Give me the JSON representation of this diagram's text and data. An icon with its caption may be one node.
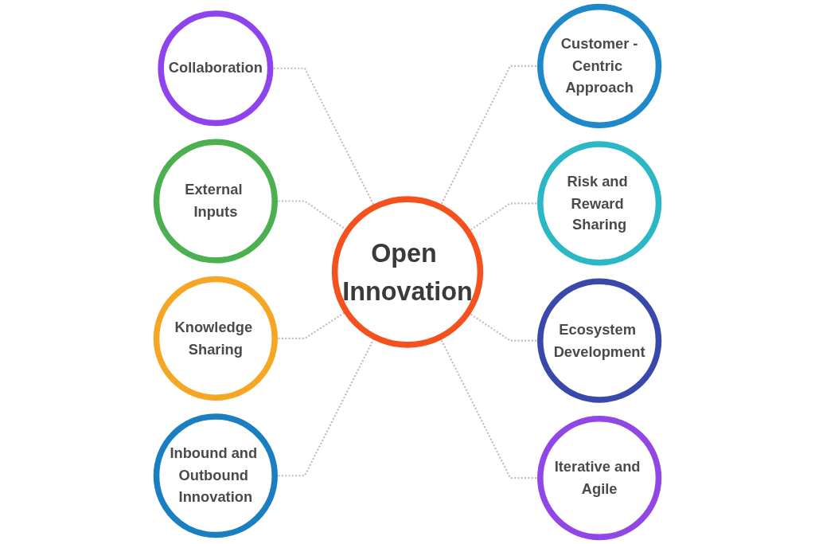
{
  "diagram": {
    "nodes": [
      {
        "text": [
          "Open Innovation"
        ]
      },
      {
        "text": [
          "Collaboration"
        ]
      },
      {
        "text": [
          "Customer -Centric Approach"
        ]
      },
      {
        "text": [
          "External Inputs"
        ]
      },
      {
        "text": [
          "Risk and Reward Sharing"
        ]
      },
      {
        "text": [
          "Knowledge Sharing"
        ]
      },
      {
        "text": [
          "Ecosystem Development"
        ]
      },
      {
        "text": [
          "Inbound and Outbound Innovation"
        ]
      },
      {
        "text": [
          "Iterative and Agile"
        ]
      }
    ],
    "edges": [
      {
        "from": 1,
        "to": 0,
        "arrow": "none",
        "style": "dashed"
      },
      {
        "from": 0,
        "to": 2,
        "arrow": "none",
        "style": "dashed"
      },
      {
        "from": 3,
        "to": 0,
        "arrow": "none",
        "style": "dashed"
      },
      {
        "from": 0,
        "to": 4,
        "arrow": "none",
        "style": "dashed"
      },
      {
        "from": 5,
        "to": 0,
        "arrow": "none",
        "style": "dashed"
      },
      {
        "from": 0,
        "to": 6,
        "arrow": "none",
        "style": "dashed"
      },
      {
        "from": 7,
        "to": 0,
        "arrow": "none",
        "style": "dashed"
      },
      {
        "from": 0,
        "to": 8,
        "arrow": "none",
        "style": "dashed"
      }
    ]
  }
}
